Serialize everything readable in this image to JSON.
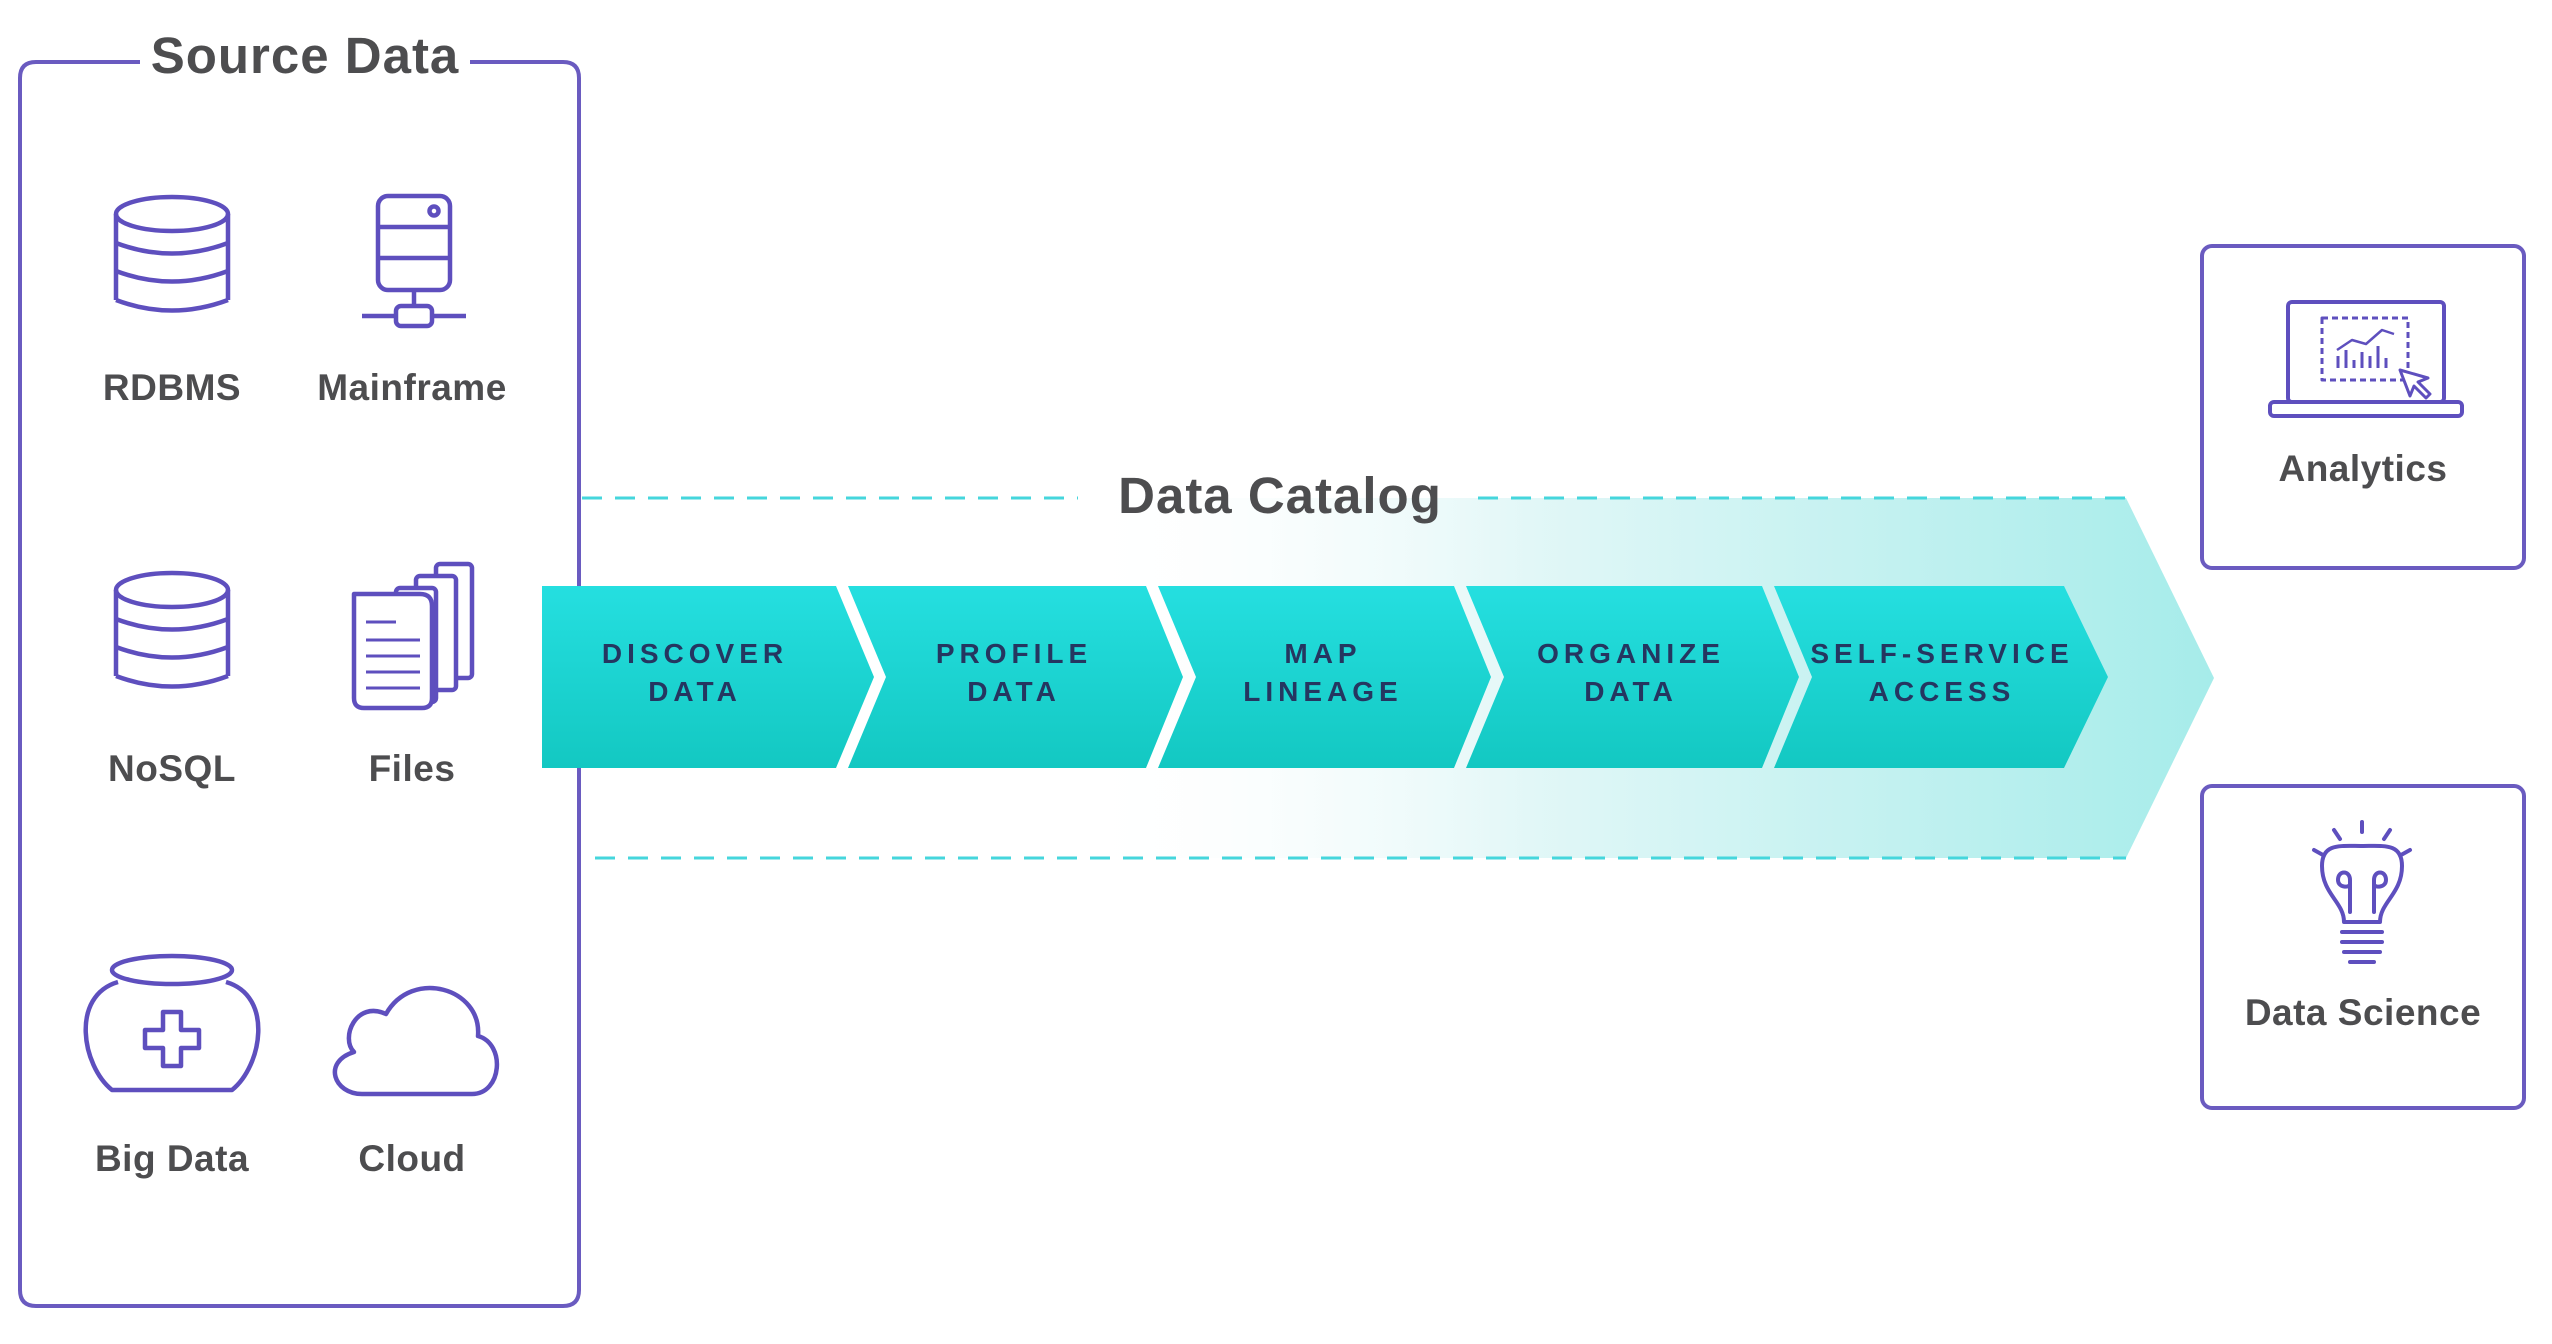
{
  "source_panel": {
    "title": "Source Data",
    "sources": [
      {
        "label": "RDBMS",
        "icon": "database-icon"
      },
      {
        "label": "Mainframe",
        "icon": "server-icon"
      },
      {
        "label": "NoSQL",
        "icon": "database-icon"
      },
      {
        "label": "Files",
        "icon": "files-icon"
      },
      {
        "label": "Big Data",
        "icon": "big-data-icon"
      },
      {
        "label": "Cloud",
        "icon": "cloud-icon"
      }
    ]
  },
  "catalog": {
    "title": "Data Catalog",
    "stages": [
      {
        "line1": "DISCOVER",
        "line2": "DATA"
      },
      {
        "line1": "PROFILE",
        "line2": "DATA"
      },
      {
        "line1": "MAP",
        "line2": "LINEAGE"
      },
      {
        "line1": "ORGANIZE",
        "line2": "DATA"
      },
      {
        "line1": "SELF-SERVICE",
        "line2": "ACCESS"
      }
    ]
  },
  "destinations": [
    {
      "label": "Analytics",
      "icon": "analytics-laptop-icon"
    },
    {
      "label": "Data Science",
      "icon": "lightbulb-icon"
    }
  ],
  "colors": {
    "panel_border": "#6a5bc0",
    "icon_stroke": "#5e4fbe",
    "chevron_top": "#25dfe0",
    "chevron_bottom": "#13c8c2",
    "dashed_line": "#45d6dc",
    "arrow_fade": "#a6ecea",
    "stage_text": "#253660",
    "label_text": "#4d4d4f"
  }
}
